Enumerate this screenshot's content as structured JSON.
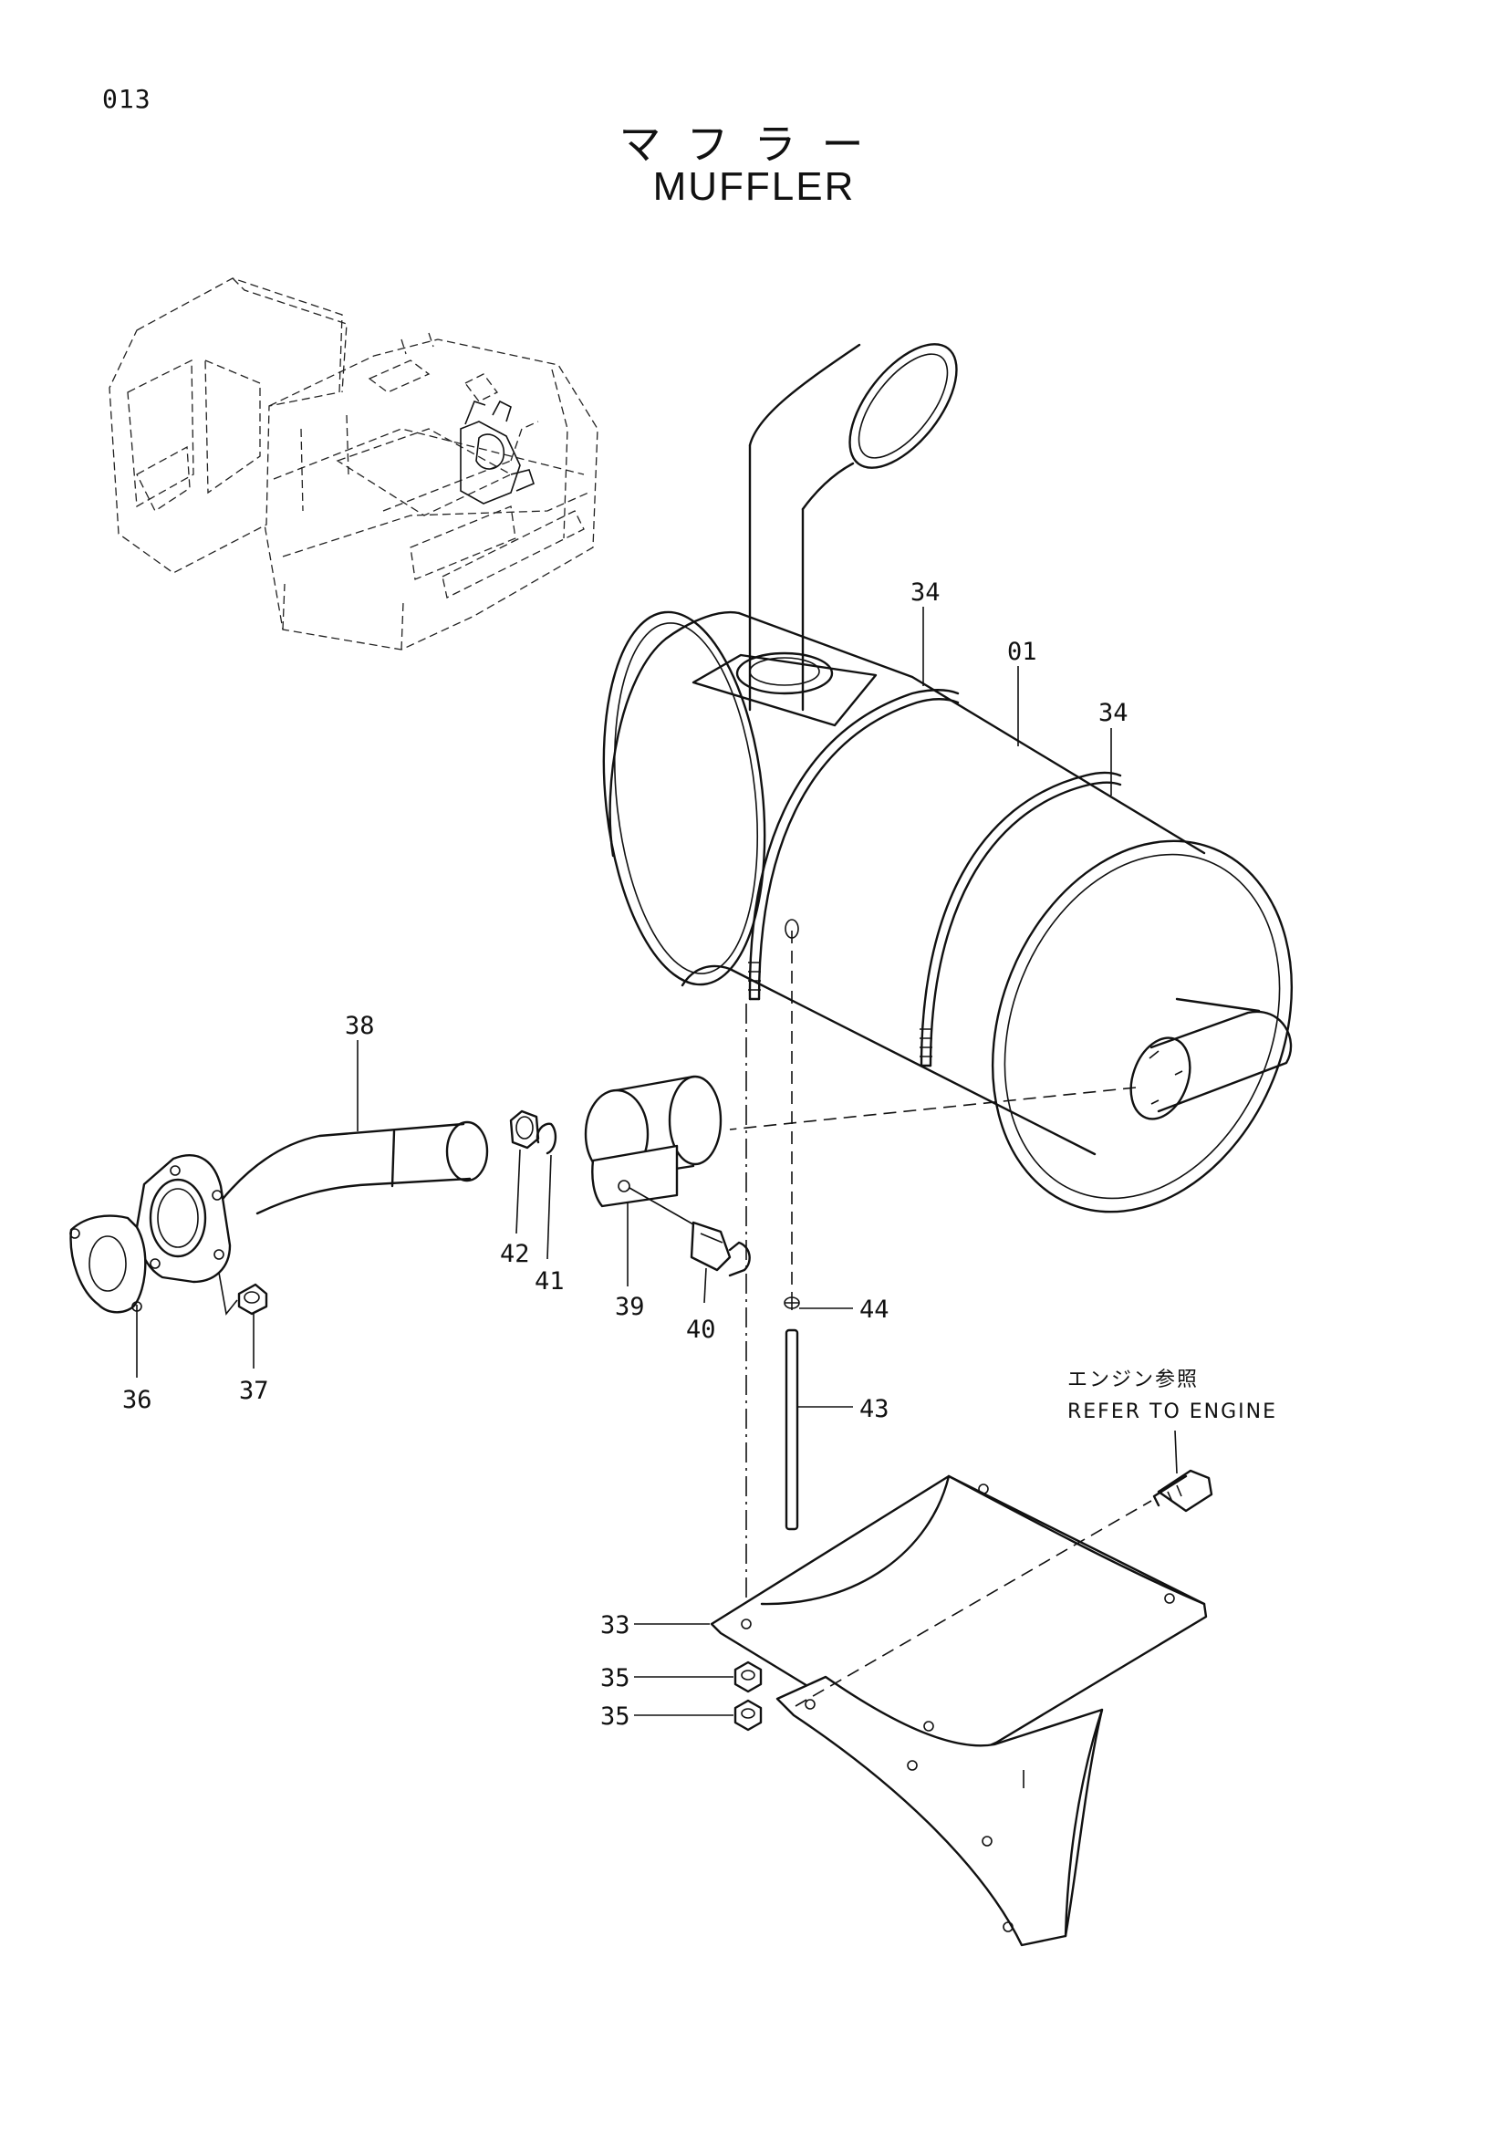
{
  "page": {
    "code": "013",
    "title_jp": "マフラー",
    "title_en": "MUFFLER"
  },
  "note": {
    "line_jp": "エンジン参照",
    "line_en": "REFER TO ENGINE"
  },
  "callouts": [
    {
      "id": "34a",
      "label": "34"
    },
    {
      "id": "01",
      "label": "01"
    },
    {
      "id": "34b",
      "label": "34"
    },
    {
      "id": "38",
      "label": "38"
    },
    {
      "id": "42",
      "label": "42"
    },
    {
      "id": "41",
      "label": "41"
    },
    {
      "id": "39",
      "label": "39"
    },
    {
      "id": "40",
      "label": "40"
    },
    {
      "id": "44",
      "label": "44"
    },
    {
      "id": "43",
      "label": "43"
    },
    {
      "id": "36",
      "label": "36"
    },
    {
      "id": "37",
      "label": "37"
    },
    {
      "id": "33",
      "label": "33"
    },
    {
      "id": "35a",
      "label": "35"
    },
    {
      "id": "35b",
      "label": "35"
    }
  ]
}
